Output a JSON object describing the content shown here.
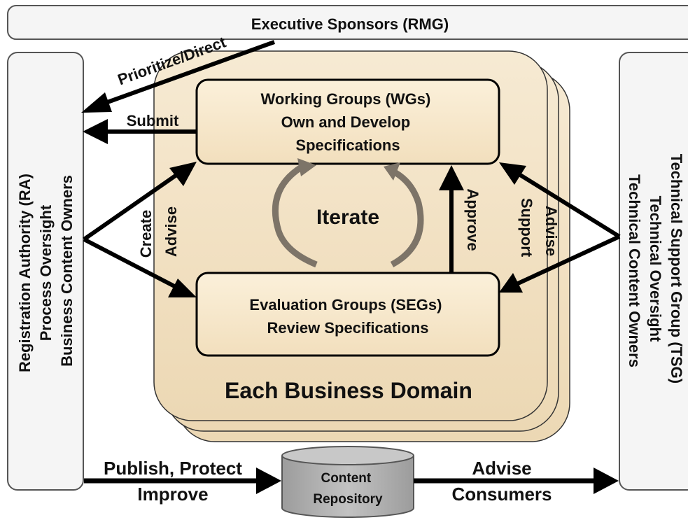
{
  "executive_sponsors": "Executive Sponsors (RMG)",
  "registration_authority": {
    "lines": [
      "Registration Authority (RA)",
      "Process Oversight",
      "Business Content Owners"
    ]
  },
  "technical_support_group": {
    "lines": [
      "Technical Support Group (TSG)",
      "Technical Oversight",
      "Technical Content Owners"
    ]
  },
  "working_groups": {
    "lines": [
      "Working Groups (WGs)",
      "Own and Develop",
      "Specifications"
    ]
  },
  "evaluation_groups": {
    "lines": [
      "Evaluation Groups (SEGs)",
      "Review Specifications"
    ]
  },
  "iterate": "Iterate",
  "business_domain": "Each Business Domain",
  "content_repository": {
    "lines": [
      "Content",
      "Repository"
    ]
  },
  "arrow_labels": {
    "prioritize": "Prioritize/Direct",
    "submit": "Submit",
    "create": "Create",
    "advise_left": "Advise",
    "approve": "Approve",
    "support": "Support",
    "advise_right": "Advise",
    "publish_line1": "Publish, Protect",
    "publish_line2": "Improve",
    "consumers_line1": "Advise",
    "consumers_line2": "Consumers"
  },
  "colors": {
    "domain_fill": "#f1e0c2",
    "group_fill": "#f7e7c8",
    "side_fill": "#f5f5f5",
    "repository_fill": "#b3b3b3",
    "iterate_arrow": "#7d7468",
    "line": "#000000"
  }
}
